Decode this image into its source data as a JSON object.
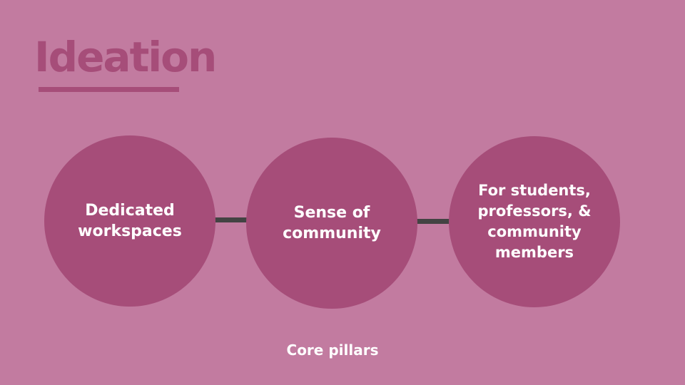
{
  "slide": {
    "title": "Ideation",
    "caption": "Core pillars",
    "pillars": [
      {
        "label": "Dedicated workspaces"
      },
      {
        "label": "Sense of community"
      },
      {
        "label": "For students, professors, & community members"
      }
    ]
  },
  "colors": {
    "background": "#c27ba0",
    "accent": "#a64d79",
    "connector": "#434343",
    "text_light": "#ffffff"
  }
}
